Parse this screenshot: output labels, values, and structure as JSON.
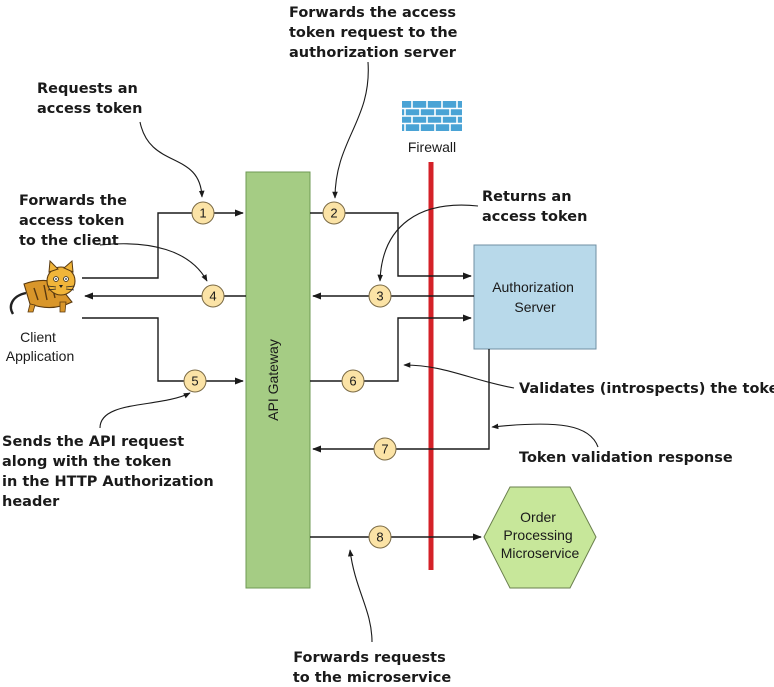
{
  "nodes": {
    "client": {
      "label_lines": [
        "Client",
        "Application"
      ]
    },
    "gateway": {
      "label": "API Gateway"
    },
    "firewall": {
      "label": "Firewall"
    },
    "auth_server": {
      "label_lines": [
        "Authorization",
        "Server"
      ]
    },
    "order_service": {
      "label_lines": [
        "Order",
        "Processing",
        "Microservice"
      ]
    }
  },
  "steps": [
    "1",
    "2",
    "3",
    "4",
    "5",
    "6",
    "7",
    "8"
  ],
  "annotations": {
    "requests_token": [
      "Requests an",
      "access token"
    ],
    "forwards_request": [
      "Forwards the access",
      "token request to the",
      "authorization server"
    ],
    "forwards_to_client": [
      "Forwards the",
      "access token",
      "to the client"
    ],
    "returns_token": [
      "Returns an",
      "access token"
    ],
    "validates": [
      "Validates (introspects) the token"
    ],
    "validation_response": [
      "Token validation response"
    ],
    "sends_api_request": [
      "Sends the API request",
      "along with the token",
      "in the HTTP Authorization",
      "header"
    ],
    "forwards_to_microservice": [
      "Forwards requests",
      "to the microservice"
    ]
  },
  "colors": {
    "gateway_fill": "#a5cc84",
    "auth_fill": "#b8d9ea",
    "hexagon_fill": "#c7e79a",
    "firewall_line": "#d42128",
    "firewall_icon": "#4aa3d5",
    "badge_fill": "#fbe3a6"
  }
}
